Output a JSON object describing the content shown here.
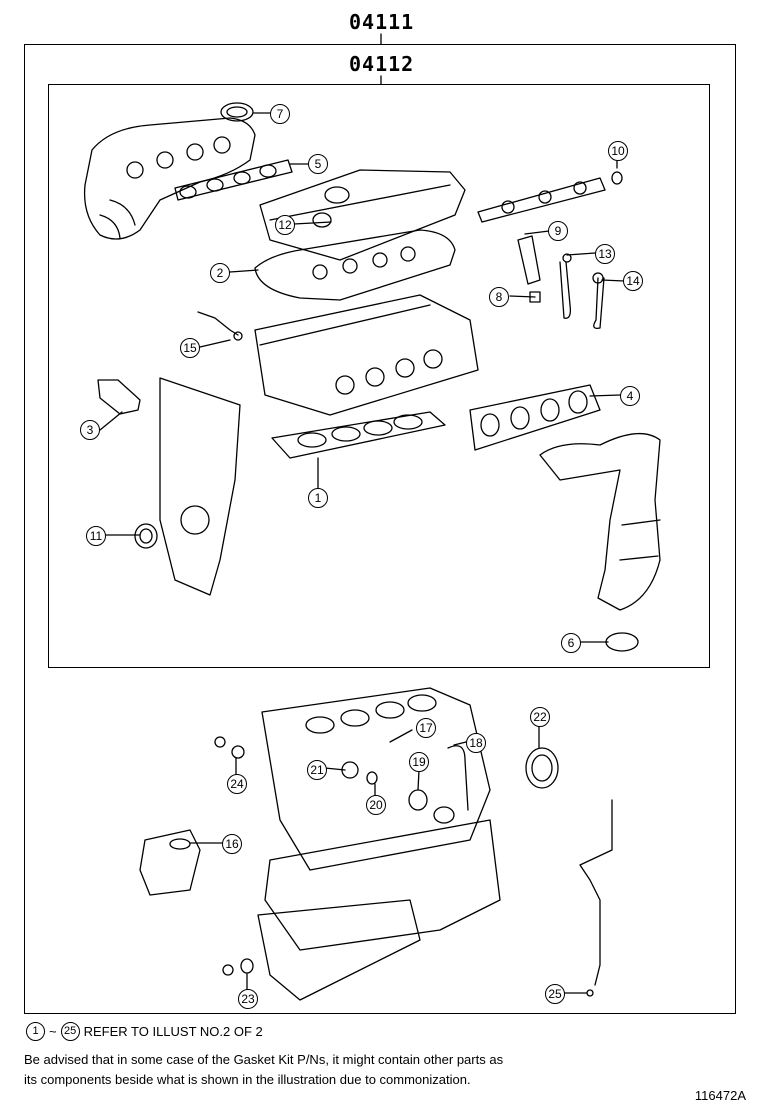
{
  "kit_labels": {
    "outer": "04111",
    "inner": "04112"
  },
  "callouts": [
    "1",
    "2",
    "3",
    "4",
    "5",
    "6",
    "7",
    "8",
    "9",
    "10",
    "11",
    "12",
    "13",
    "14",
    "15",
    "16",
    "17",
    "18",
    "19",
    "20",
    "21",
    "22",
    "23",
    "24",
    "25"
  ],
  "footer": {
    "refer_from": "1",
    "tilde": "~",
    "refer_to": "25",
    "refer_text": "REFER TO ILLUST NO.2 OF 2",
    "note_line_1": "Be advised that in some case of the Gasket Kit P/Ns,  it might contain other parts as",
    "note_line_2": "its components beside what is shown in the illustration due to commonization."
  },
  "figure_id": "116472A"
}
